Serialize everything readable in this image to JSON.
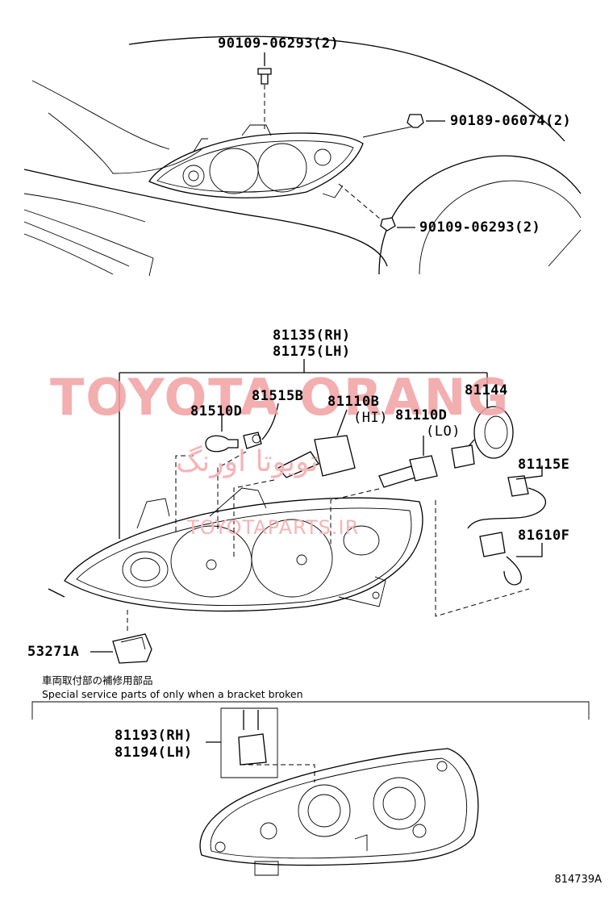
{
  "top_labels": {
    "bolt_upper": "90109-06293(2)",
    "clip": "90189-06074(2)",
    "bolt_lower": "90109-06293(2)"
  },
  "assembly": {
    "rh": "81135(RH)",
    "lh": "81175(LH)"
  },
  "parts": {
    "p81515b": "81515B",
    "p81510d": "81510D",
    "p81110b": "81110B",
    "p81110b_sub": "(HI)",
    "p81110d": "81110D",
    "p81110d_sub": "(LO)",
    "p81144": "81144",
    "p81115e": "81115E",
    "p81610f": "81610F",
    "p53271a": "53271A"
  },
  "notes": {
    "jp": "車両取付部の補修用部品",
    "en": "Special service parts of only when a bracket broken"
  },
  "bracket": {
    "rh": "81193(RH)",
    "lh": "81194(LH)"
  },
  "watermarks": {
    "main": "TOYOTA ORANG",
    "arabic": "تویوتا اورنگ",
    "sub": "TOYOTAPARTS.IR"
  },
  "drawing_code": "814739A",
  "colors": {
    "watermark": "#f2a0a3",
    "line": "#000000"
  }
}
